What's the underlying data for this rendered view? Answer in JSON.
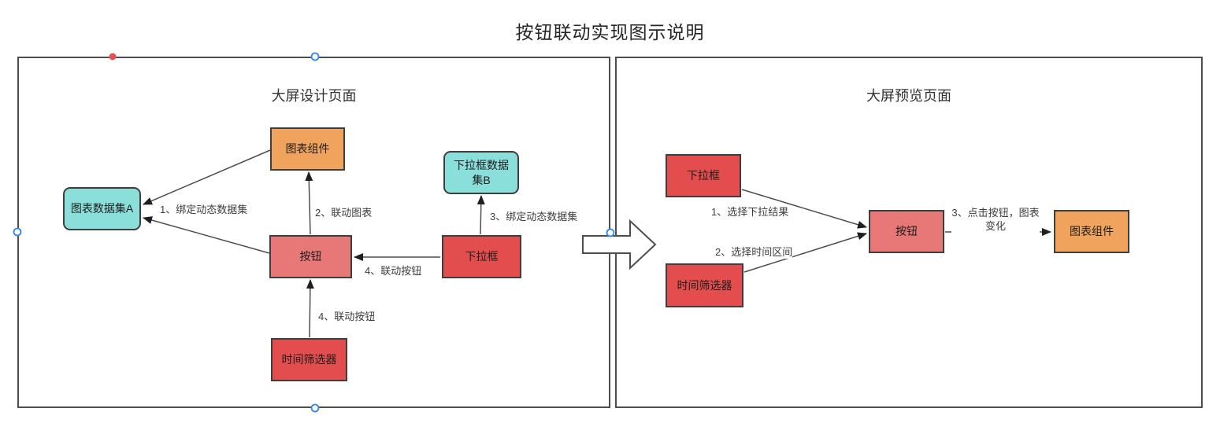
{
  "title": "按钮联动实现图示说明",
  "panels": {
    "design": {
      "title": "大屏设计页面"
    },
    "preview": {
      "title": "大屏预览页面"
    }
  },
  "design_nodes": {
    "chart_component": "图表组件",
    "chart_dataset_a": "图表数据集A",
    "dropdown_dataset_b": "下拉框数据集B",
    "button": "按钮",
    "dropdown": "下拉框",
    "time_filter": "时间筛选器"
  },
  "design_labels": {
    "bind_dataset_1": "1、绑定动态数据集",
    "link_chart_2": "2、联动图表",
    "bind_dataset_3": "3、绑定动态数据集",
    "link_button_4a": "4、联动按钮",
    "link_button_4b": "4、联动按钮"
  },
  "preview_nodes": {
    "dropdown": "下拉框",
    "time_filter": "时间筛选器",
    "button": "按钮",
    "chart_component": "图表组件"
  },
  "preview_labels": {
    "select_dropdown_1": "1、选择下拉结果",
    "select_time_2": "2、选择时间区间",
    "click_button_3": "3、点击按钮，图表变化"
  },
  "colors": {
    "orange": "#f0a35c",
    "cyan": "#8bdfdb",
    "salmon": "#e87878",
    "red": "#e34d4d",
    "node_border": "#3e3e3e",
    "panel_border": "#4d4d4d",
    "line": "#4d4d4d",
    "arrowhead": "#1f1f1f",
    "handle_blue": "#2f86e8",
    "handle_red": "#e05353"
  }
}
